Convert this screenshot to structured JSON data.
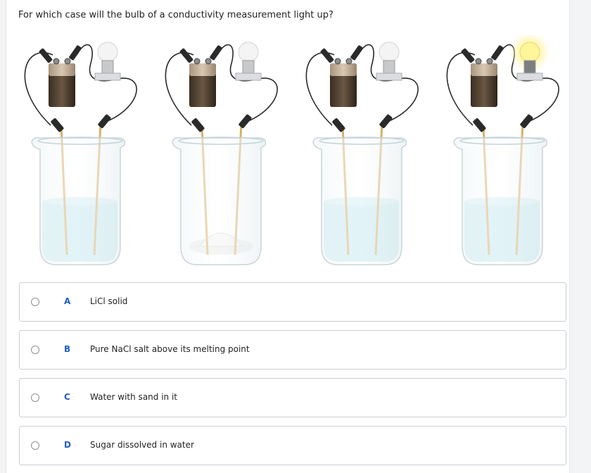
{
  "question": "For which case will the bulb of a conductivity measurement light up?",
  "figure": {
    "setups": [
      {
        "contents": "solution",
        "bulb_lit": false
      },
      {
        "contents": "solid",
        "bulb_lit": false
      },
      {
        "contents": "solution",
        "bulb_lit": false
      },
      {
        "contents": "solution",
        "bulb_lit": true
      }
    ]
  },
  "options": [
    {
      "letter": "A",
      "text": "LiCl solid"
    },
    {
      "letter": "B",
      "text": "Pure NaCl salt above its melting point"
    },
    {
      "letter": "C",
      "text": "Water with sand in it"
    },
    {
      "letter": "D",
      "text": "Sugar dissolved in water"
    }
  ],
  "colors": {
    "accent": "#1f5fbf",
    "border": "#c9cdd2",
    "liquid": "#bfe6ef",
    "lit_bulb": "#fff59a"
  }
}
